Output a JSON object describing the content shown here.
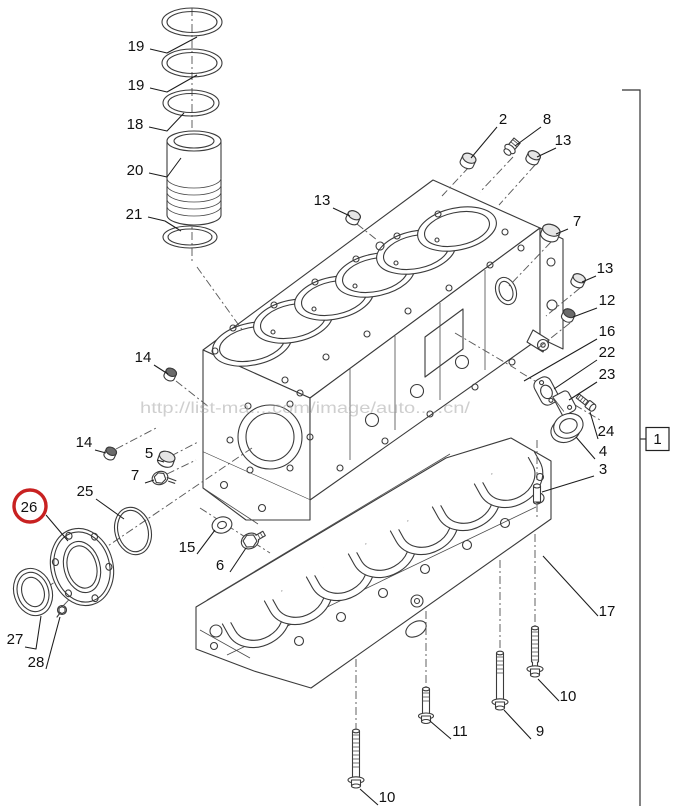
{
  "diagram": {
    "kind": "exploded-parts-diagram",
    "background": "#ffffff"
  },
  "watermark": {
    "text": "http://list-ma....com/image/auto.....cn/"
  },
  "highlight": {
    "circled_callout": "26",
    "color": "#c82121"
  },
  "colors": {
    "line": "#3b3b3b",
    "label": "#111111",
    "leader": "#1c1c1c",
    "centerline": "#5a5a5a",
    "watermark": "#a8a8a8",
    "highlight_red": "#c82121"
  },
  "assembly_ref": {
    "label": "1"
  },
  "callouts": {
    "c19a": {
      "label": "19"
    },
    "c19b": {
      "label": "19"
    },
    "c18": {
      "label": "18"
    },
    "c20": {
      "label": "20"
    },
    "c21": {
      "label": "21"
    },
    "c2": {
      "label": "2"
    },
    "c8": {
      "label": "8"
    },
    "c13a": {
      "label": "13"
    },
    "c13b": {
      "label": "13"
    },
    "c13c": {
      "label": "13"
    },
    "c7a": {
      "label": "7"
    },
    "c7b": {
      "label": "7"
    },
    "c12": {
      "label": "12"
    },
    "c16": {
      "label": "16"
    },
    "c22": {
      "label": "22"
    },
    "c23": {
      "label": "23"
    },
    "c24": {
      "label": "24"
    },
    "c4": {
      "label": "4"
    },
    "c3": {
      "label": "3"
    },
    "c14a": {
      "label": "14"
    },
    "c14b": {
      "label": "14"
    },
    "c5": {
      "label": "5"
    },
    "c25": {
      "label": "25"
    },
    "c26": {
      "label": "26"
    },
    "c15": {
      "label": "15"
    },
    "c6": {
      "label": "6"
    },
    "c27": {
      "label": "27"
    },
    "c28": {
      "label": "28"
    },
    "c17": {
      "label": "17"
    },
    "c10a": {
      "label": "10"
    },
    "c10b": {
      "label": "10"
    },
    "c9": {
      "label": "9"
    },
    "c11": {
      "label": "11"
    },
    "ref1": {
      "label": "1"
    }
  }
}
